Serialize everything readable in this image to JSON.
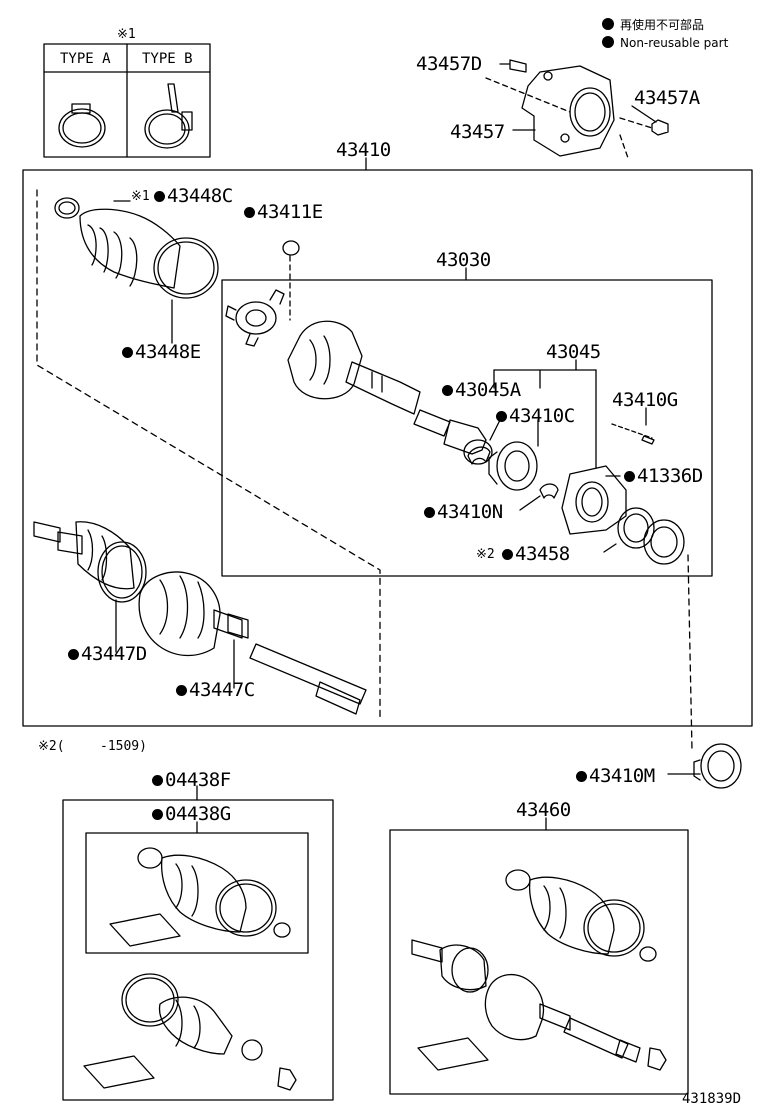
{
  "legend": {
    "ja": "再使用不可部品",
    "en": "Non-reusable part"
  },
  "type_box": {
    "mark": "※1",
    "type_a": "TYPE A",
    "type_b": "TYPE B"
  },
  "parts": {
    "p43457D": "43457D",
    "p43457A": "43457A",
    "p43457": "43457",
    "p43410": "43410",
    "p43448C_mark": "※1",
    "p43448C": "43448C",
    "p43411E": "43411E",
    "p43030": "43030",
    "p43448E": "43448E",
    "p43045": "43045",
    "p43045A": "43045A",
    "p43410G": "43410G",
    "p43410C": "43410C",
    "p41336D": "41336D",
    "p43410N": "43410N",
    "p43458_mark": "※2",
    "p43458": "43458",
    "p43447D": "43447D",
    "p43447C": "43447C",
    "p43410M": "43410M",
    "p04438F": "04438F",
    "p04438G": "04438G",
    "p43460": "43460"
  },
  "footnote": {
    "mark": "※2(",
    "range": "-1509)"
  },
  "illustration_id": "431839D"
}
